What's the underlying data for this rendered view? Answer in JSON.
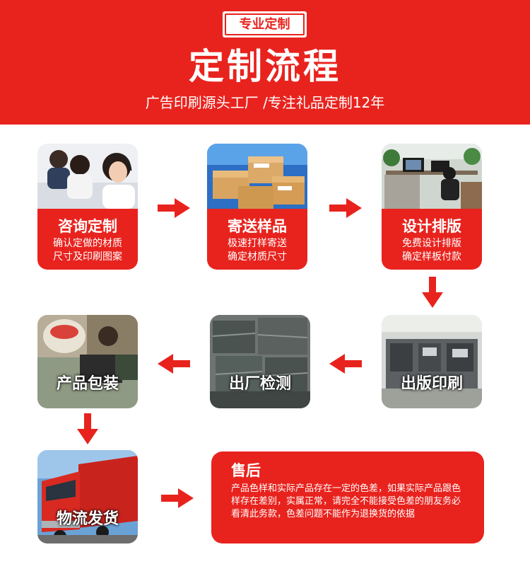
{
  "header": {
    "badge": "专业定制",
    "title": "定制流程",
    "subtitle": "广告印刷源头工厂 /专注礼品定制12年"
  },
  "steps": [
    {
      "title": "咨询定制",
      "line1": "确认定做的材质",
      "line2": "尺寸及印刷图案"
    },
    {
      "title": "寄送样品",
      "line1": "极速打样寄送",
      "line2": "确定材质尺寸"
    },
    {
      "title": "设计排版",
      "line1": "免费设计排版",
      "line2": "确定样板付款"
    },
    {
      "title": "出版印刷"
    },
    {
      "title": "出厂检测"
    },
    {
      "title": "产品包装"
    },
    {
      "title": "物流发货"
    }
  ],
  "after_sales": {
    "title": "售后",
    "text": "产品色样和实际产品存在一定的色差，如果实际产品跟色样存在差别，实属正常，请完全不能接受色差的朋友务必看清此务款，色差问题不能作为退换货的依据"
  },
  "colors": {
    "accent": "#e8231e",
    "background": "#ffffff"
  }
}
